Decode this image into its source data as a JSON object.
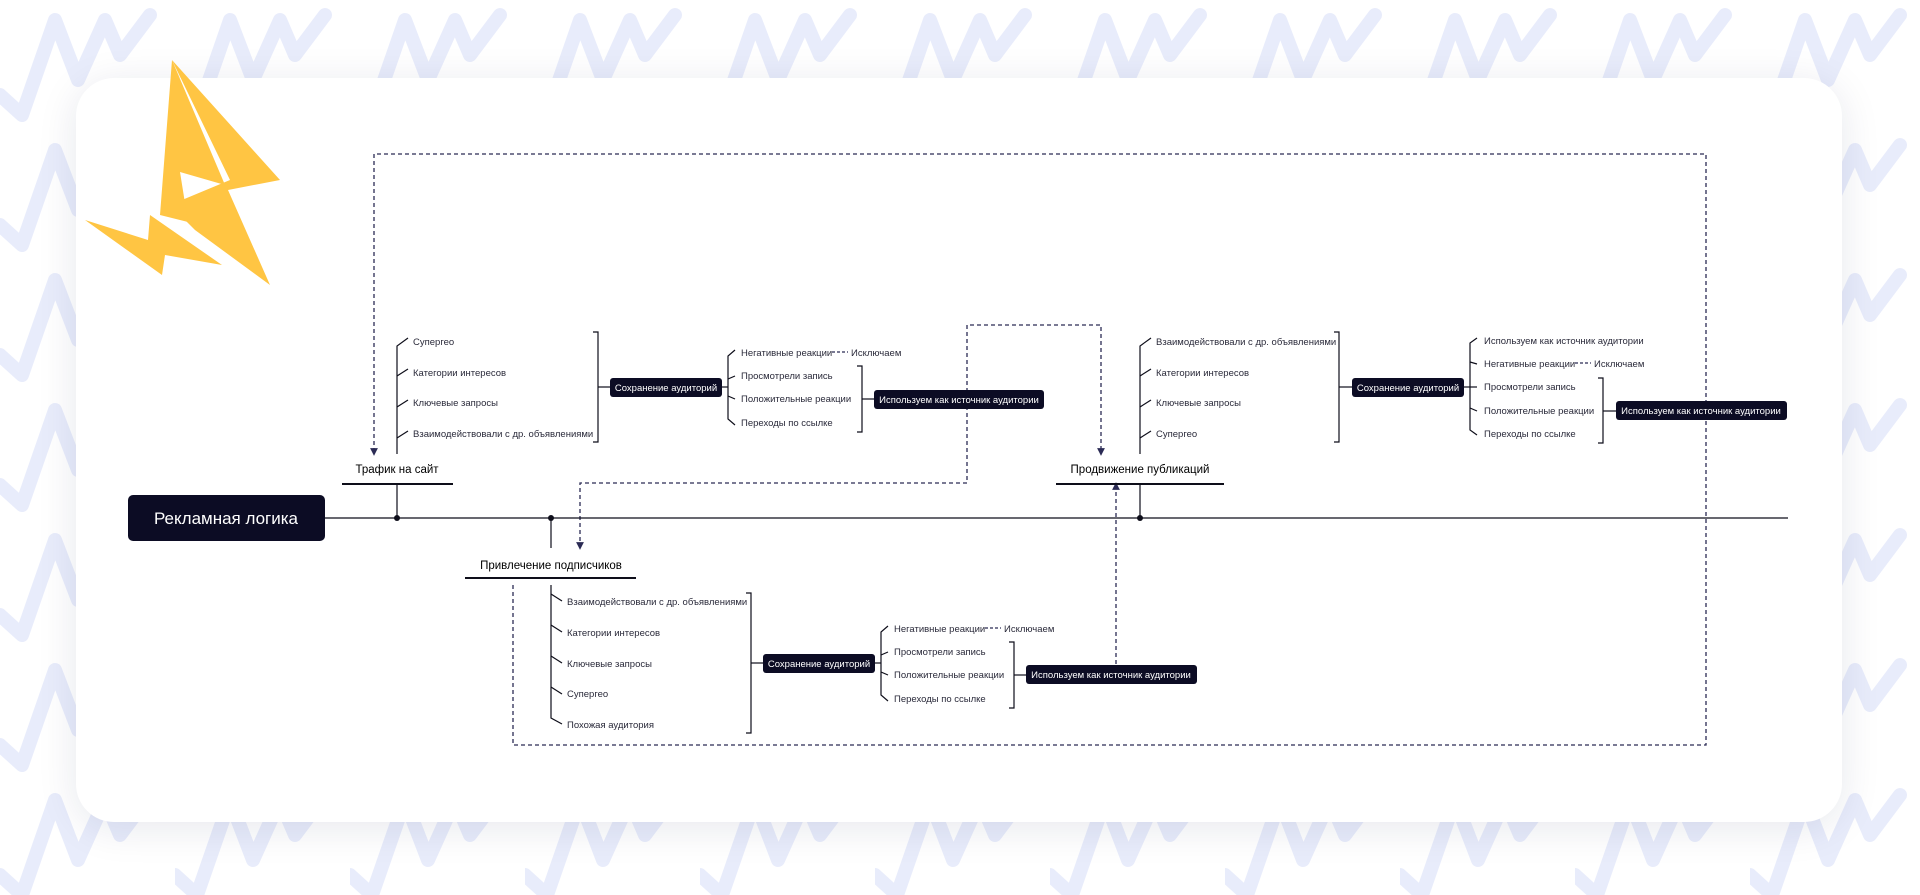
{
  "colors": {
    "node": "#0c0c24",
    "accent_bolt": "#ffc543",
    "pattern": "#c7d2f5",
    "dashed": "#2b2b55"
  },
  "root": {
    "label": "Рекламная логика"
  },
  "traffic": {
    "title": "Трафик на сайт",
    "items": [
      "Супергео",
      "Категории интересов",
      "Ключевые запросы",
      "Взаимодействовали с др. объявлениями"
    ],
    "save_label": "Сохранение аудиторий",
    "reactions": [
      "Негативные реакции",
      "Просмотрели запись",
      "Положительные реакции",
      "Переходы по ссылке"
    ],
    "exclude_label": "Исключаем",
    "source_label": "Используем как источник аудитории"
  },
  "subscribers": {
    "title": "Привлечение подписчиков",
    "items": [
      "Взаимодействовали с др. объявлениями",
      "Категории интересов",
      "Ключевые запросы",
      "Супергео",
      "Похожая аудитория"
    ],
    "save_label": "Сохранение аудиторий",
    "reactions": [
      "Негативные реакции",
      "Просмотрели запись",
      "Положительные реакции",
      "Переходы по ссылке"
    ],
    "exclude_label": "Исключаем",
    "source_label": "Используем как источник аудитории"
  },
  "promotion": {
    "title": "Продвижение публикаций",
    "items": [
      "Взаимодействовали с др. объявлениями",
      "Категории интересов",
      "Ключевые запросы",
      "Супергео"
    ],
    "save_label": "Сохранение аудиторий",
    "reactions": [
      "Используем как источник аудитории",
      "Негативные реакции",
      "Просмотрели запись",
      "Положительные реакции",
      "Переходы по ссылке"
    ],
    "exclude_label": "Исключаем",
    "source_label": "Используем как источник аудитории"
  }
}
